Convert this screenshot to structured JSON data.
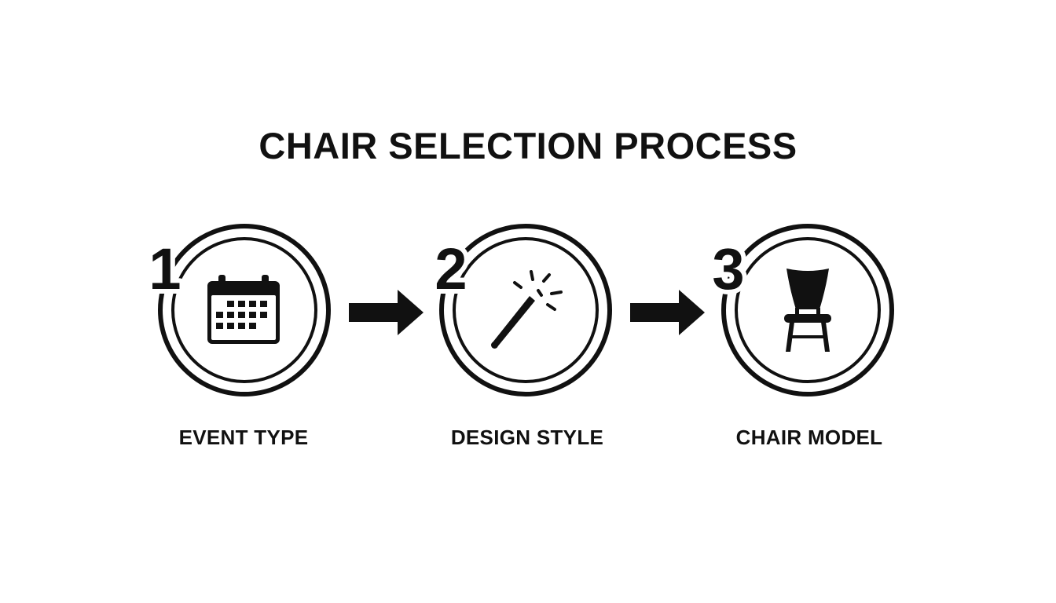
{
  "diagram": {
    "title": "CHAIR SELECTION PROCESS",
    "steps": [
      {
        "number": "1",
        "label": "EVENT TYPE",
        "icon": "calendar-icon"
      },
      {
        "number": "2",
        "label": "DESIGN STYLE",
        "icon": "magic-wand-icon"
      },
      {
        "number": "3",
        "label": "CHAIR MODEL",
        "icon": "chair-icon"
      }
    ],
    "connectors": [
      "arrow-right-icon",
      "arrow-right-icon"
    ],
    "colors": {
      "ink": "#111111",
      "background": "#ffffff"
    }
  }
}
